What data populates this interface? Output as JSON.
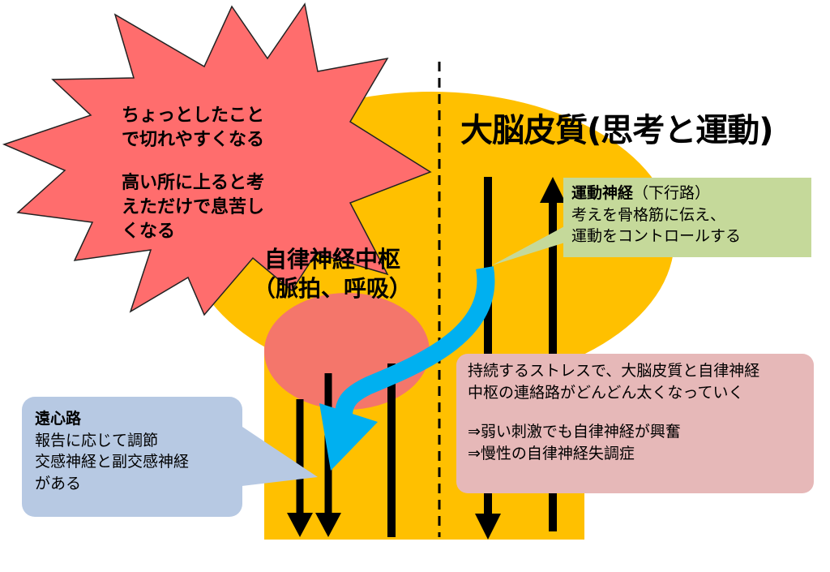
{
  "cortex_title": "大脳皮質(思考と運動)",
  "autonomic_center": {
    "line1": "自律神経中枢",
    "line2": "（脈拍、呼吸）"
  },
  "burst": {
    "lines": [
      "ちょっとしたこと",
      "で切れやすくなる",
      "",
      "高い所に上ると考",
      "えただけで息苦し",
      "くなる"
    ]
  },
  "motor_nerve": {
    "heading": "運動神経",
    "heading_suffix": "（下行路）",
    "line1": "考えを骨格筋に伝え、",
    "line2": "運動をコントロールする"
  },
  "afferent_path": {
    "heading": "遠心路",
    "line1": "報告に応じて調節",
    "line2": "交感神経と副交感神経",
    "line3": "がある"
  },
  "stress_note": {
    "line1": "持続するストレスで、大脳皮質と自律神経",
    "line2": "中枢の連絡路がどんどん太くなっていく",
    "line3": "⇒弱い刺激でも自律神経が興奮",
    "line4": "⇒慢性の自律神経失調症"
  },
  "colors": {
    "brain": "#ffc000",
    "burst": "#ff6d6d",
    "center_circle": "#f4766b",
    "blue_arrow": "#00b0f0",
    "motor_box": "#c5d99a",
    "afferent_box": "#b7c9e3",
    "stress_box": "#e6b8b8"
  }
}
